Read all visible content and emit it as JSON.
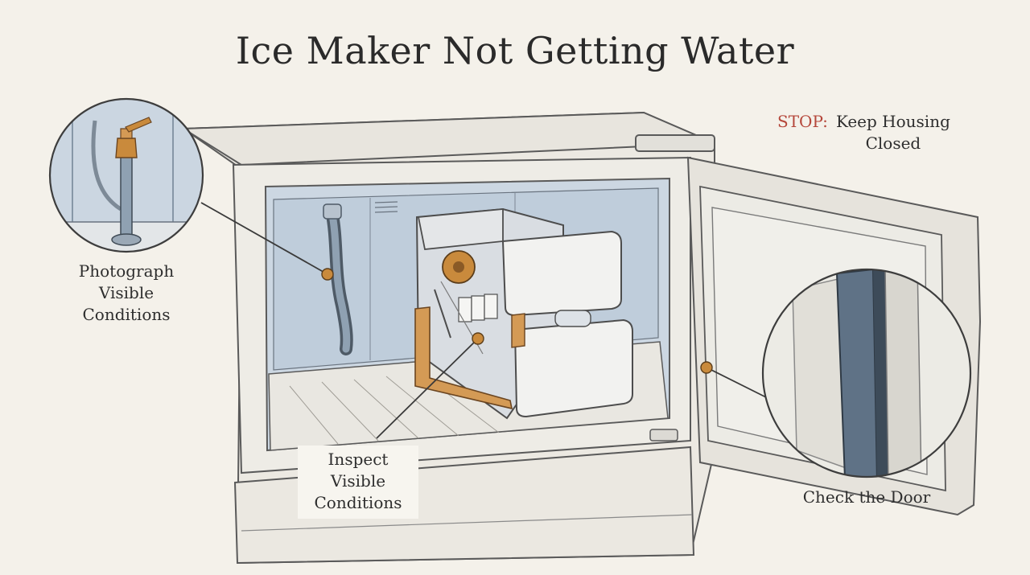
{
  "title": "Ice Maker Not Getting Water",
  "labels": {
    "photograph": [
      "Photograph",
      "Visible",
      "Conditions"
    ],
    "inspect": [
      "Inspect",
      "Visible",
      "Conditions"
    ],
    "door": "Check the Door"
  },
  "warning": {
    "prefix": "STOP:",
    "message": [
      "Keep Housing",
      "Closed"
    ]
  },
  "colors": {
    "background": "#f4f1ea",
    "stop_red": "#b5473b",
    "callout_orange": "#c98a3c",
    "line_art": "#5a5a5a",
    "interior_blue": "#c7d3df"
  }
}
